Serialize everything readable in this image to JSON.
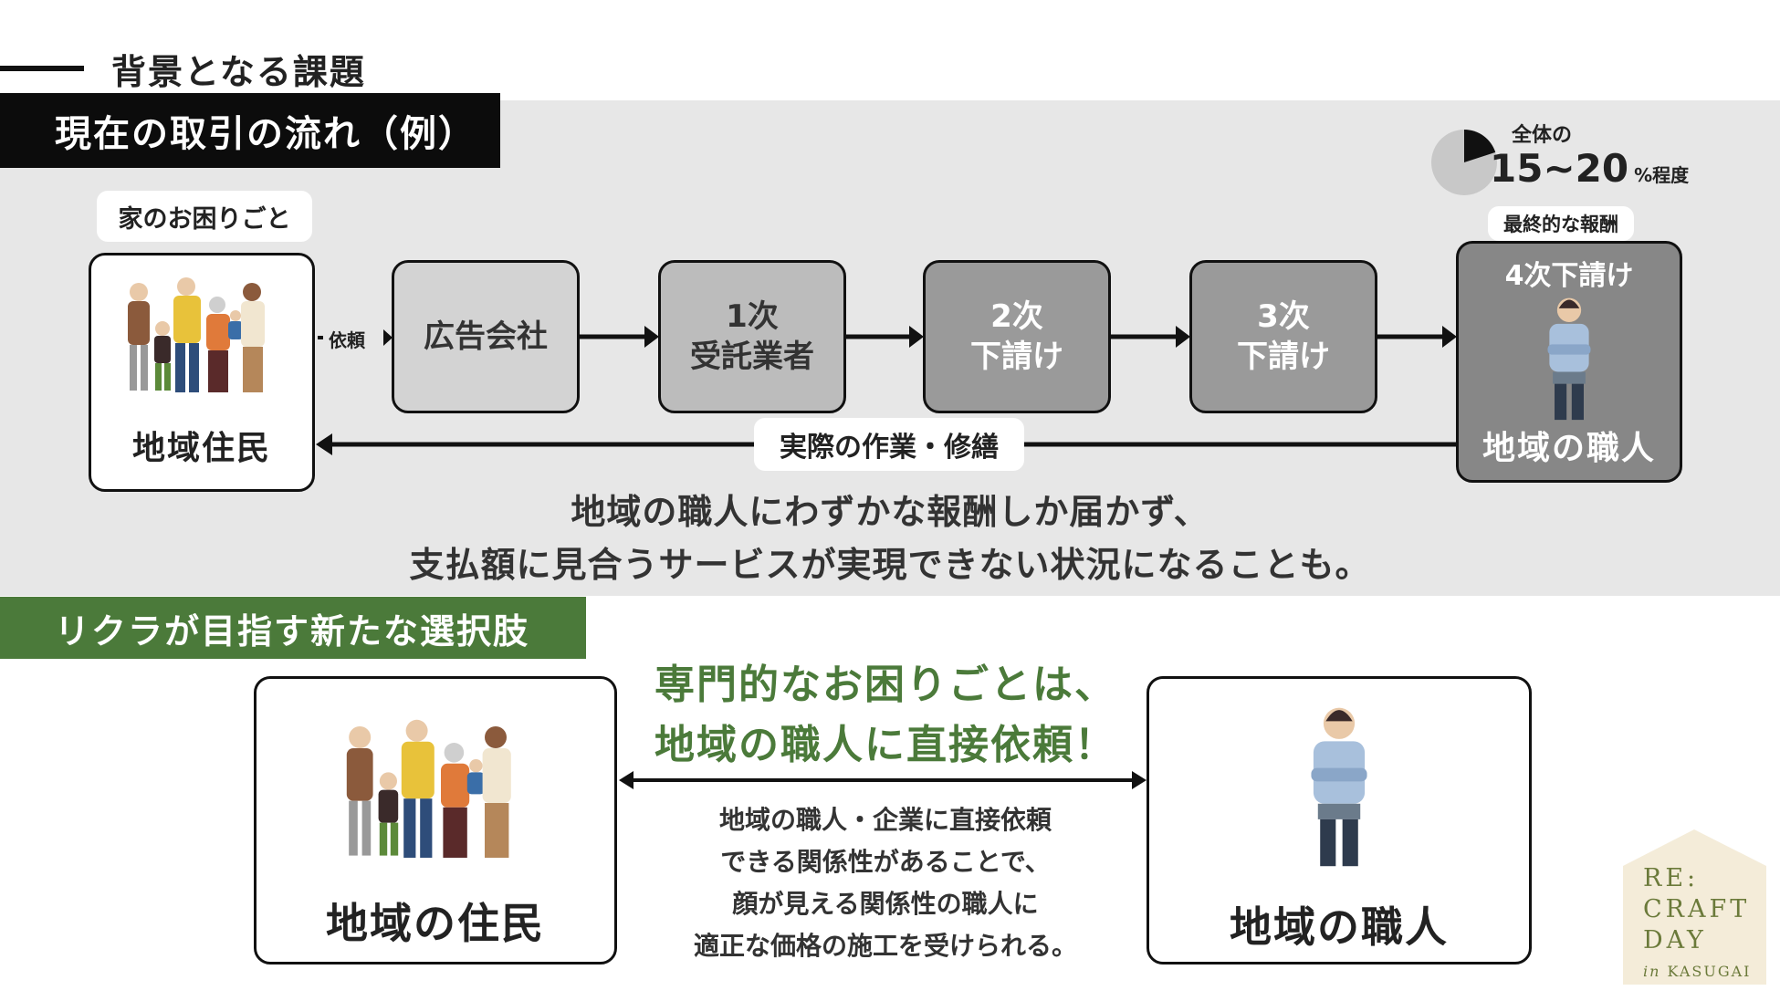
{
  "header": {
    "section_title": "背景となる課題"
  },
  "current_flow": {
    "title": "現在の取引の流れ（例）",
    "residents_caption": "家のお困りごと",
    "residents_label": "地域住民",
    "request_label": "依頼",
    "steps": [
      {
        "line1": "広告会社",
        "line2": ""
      },
      {
        "line1": "1次",
        "line2": "受託業者"
      },
      {
        "line1": "2次",
        "line2": "下請け"
      },
      {
        "line1": "3次",
        "line2": "下請け"
      }
    ],
    "craftsman_top": "4次下請け",
    "craftsman_label": "地域の職人",
    "final_reward_label": "最終的な報酬",
    "share_prefix": "全体の",
    "share_value": "15~20",
    "share_unit": "%程度",
    "share_fraction": 0.2,
    "work_label": "実際の作業・修繕",
    "problem_line1": "地域の職人にわずかな報酬しか届かず、",
    "problem_line2": "支払額に見合うサービスが実現できない状況になることも。"
  },
  "new_option": {
    "title": "リクラが目指す新たな選択肢",
    "headline_line1": "専門的なお困りごとは、",
    "headline_line2": "地域の職人に直接依頼！",
    "residents_label": "地域の住民",
    "craftsman_label": "地域の職人",
    "desc_lines": [
      "地域の職人・企業に直接依頼",
      "できる関係性があることで、",
      "顔が見える関係性の職人に",
      "適正な価格の施工を受けられる。"
    ]
  },
  "logo": {
    "line1": "RE:",
    "line2": "CRAFT",
    "line3": "DAY",
    "line4_prefix": "in",
    "line4": "KASUGAI"
  },
  "colors": {
    "accent_green": "#4b7a3a",
    "band_gray": "#e7e7e7",
    "logo_bg": "#f4ecd9"
  }
}
